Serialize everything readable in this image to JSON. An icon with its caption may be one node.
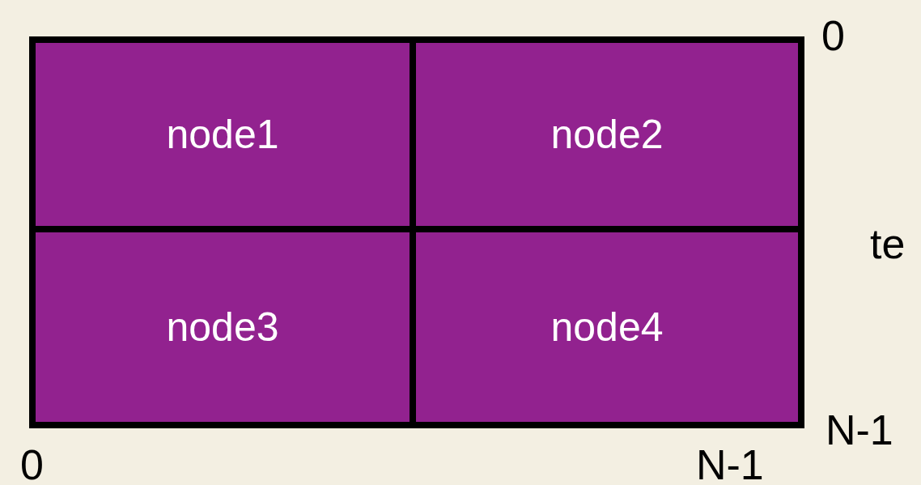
{
  "diagram": {
    "nodes": [
      {
        "text": [
          "node1"
        ]
      },
      {
        "text": [
          "node2"
        ]
      },
      {
        "text": [
          "node3"
        ]
      },
      {
        "text": [
          "node4"
        ]
      }
    ],
    "labels": [
      "0",
      "te",
      "N-1",
      "0",
      "N-1"
    ]
  }
}
